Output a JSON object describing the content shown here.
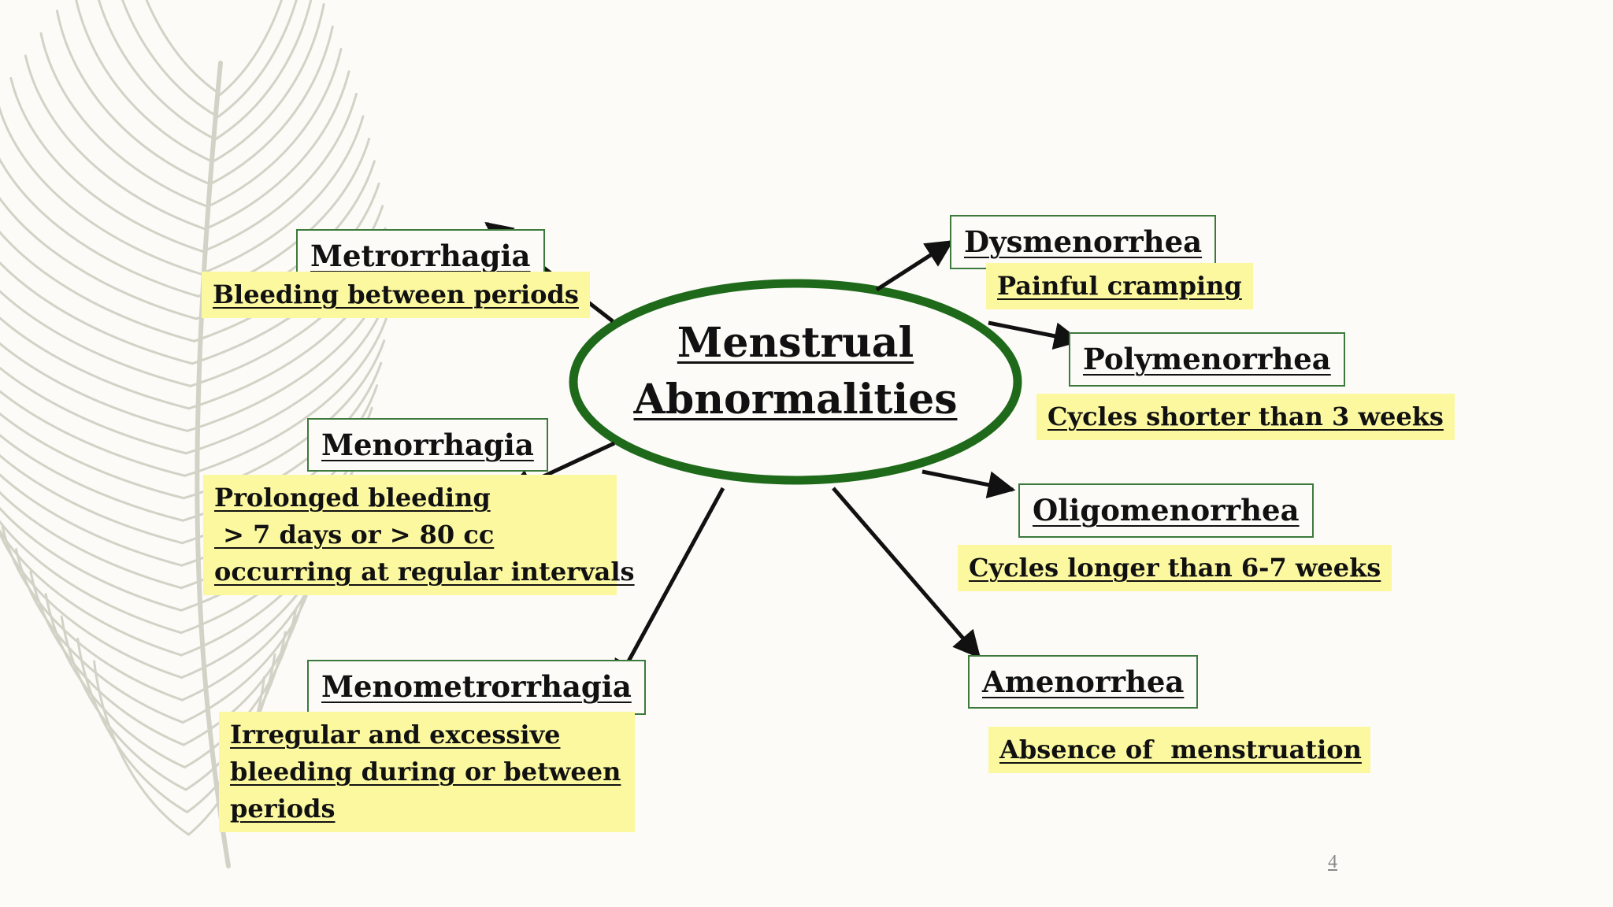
{
  "center": {
    "line1": "Menstrual",
    "line2": "Abnormalities"
  },
  "nodes": {
    "metrorrhagia": {
      "term": "Metrorrhagia",
      "desc": [
        "Bleeding between periods"
      ]
    },
    "menorrhagia": {
      "term": "Menorrhagia",
      "desc": [
        "Prolonged bleeding",
        " > 7 days or > 80 cc",
        "occurring at regular intervals"
      ]
    },
    "menometrorrhagia": {
      "term": "Menometrorrhagia",
      "desc": [
        "Irregular and excessive",
        "bleeding during or between",
        "periods"
      ]
    },
    "dysmenorrhea": {
      "term": "Dysmenorrhea",
      "desc": [
        "Painful cramping"
      ]
    },
    "polymenorrhea": {
      "term": "Polymenorrhea",
      "desc": [
        "Cycles shorter than 3 weeks"
      ]
    },
    "oligomenorrhea": {
      "term": "Oligomenorrhea",
      "desc": [
        "Cycles longer than 6-7 weeks"
      ]
    },
    "amenorrhea": {
      "term": "Amenorrhea",
      "desc": [
        "Absence of  menstruation"
      ]
    }
  },
  "page_number": "4",
  "colors": {
    "ellipse": "#1f6a1a",
    "term_border": "#3c7a3c",
    "desc_fill": "#fbf8a0",
    "arrow": "#111111"
  },
  "decoration": "feather-icon"
}
